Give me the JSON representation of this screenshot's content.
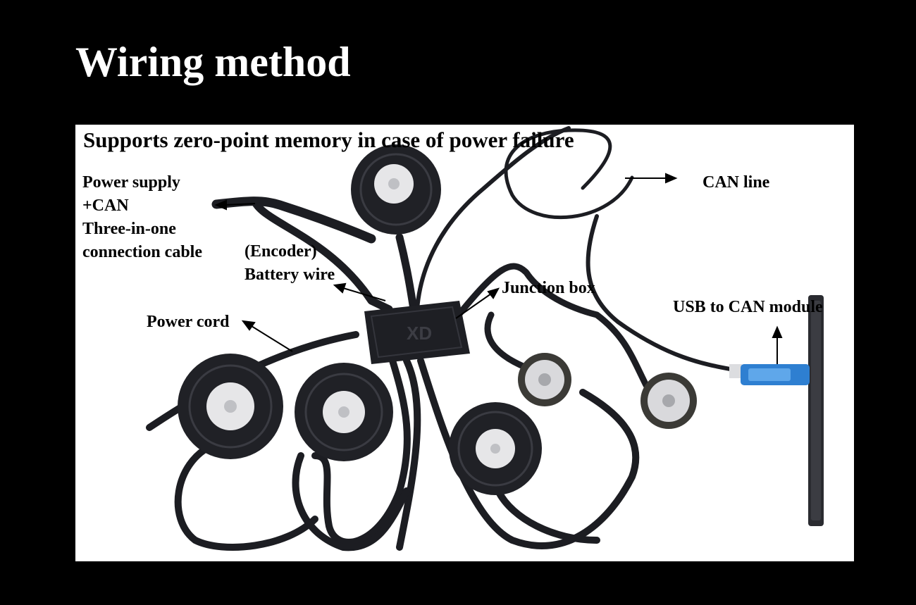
{
  "title": "Wiring method",
  "panel": {
    "subtitle": "Supports zero-point memory in case of power failure",
    "labels": {
      "power_supply": "Power supply\n+CAN\nThree-in-one\nconnection cable",
      "encoder_battery": "(Encoder)\nBattery wire",
      "power_cord": "Power cord",
      "junction_box": "Junction box",
      "usb_to_can": "USB to CAN module",
      "can_line": "CAN line"
    },
    "junction_box_logo": "XD"
  },
  "colors": {
    "background": "#000000",
    "panel": "#ffffff",
    "cable": "#1c1d22",
    "motor": "#202126",
    "usb_module": "#2e7fd1"
  }
}
